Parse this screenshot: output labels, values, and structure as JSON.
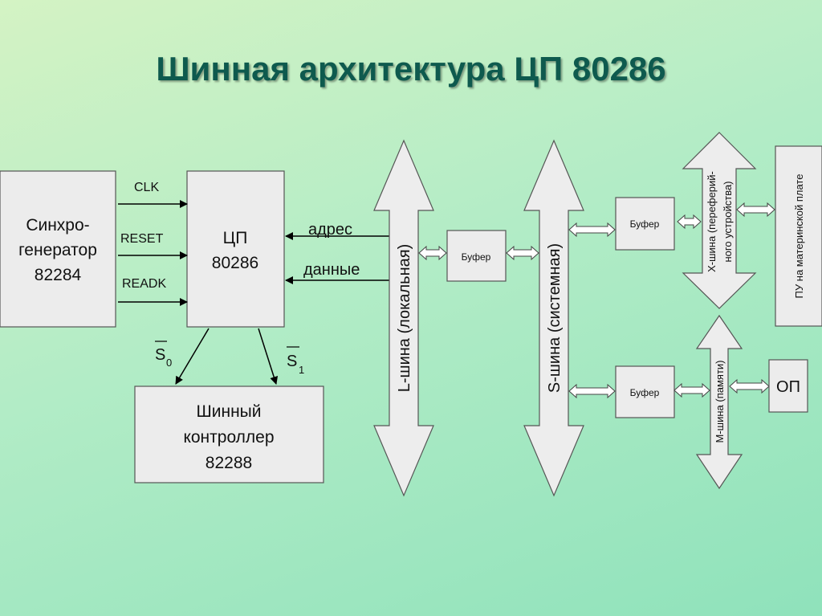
{
  "title": "Шинная архитектура ЦП 80286",
  "generator": {
    "line1": "Синхро-",
    "line2": "генератор",
    "line3": "82284"
  },
  "cpu": {
    "line1": "ЦП",
    "line2": "80286"
  },
  "signals": {
    "clk": "CLK",
    "reset": "RESET",
    "readk": "READK"
  },
  "cpu_outputs": {
    "address": "адрес",
    "data": "данные"
  },
  "status": {
    "s0": "S",
    "s0_sub": "0",
    "s1": "S",
    "s1_sub": "1"
  },
  "bus_controller": {
    "line1": "Шинный",
    "line2": "контроллер",
    "line3": "82288"
  },
  "buses": {
    "l_bus": "L-шина (локальная)",
    "s_bus": "S-шина (системная)",
    "x_bus_line1": "X-шина (переферий-",
    "x_bus_line2": "ного устройства)",
    "m_bus": "M-шина (памяти)"
  },
  "buffers": {
    "b1": "Буфер",
    "b2": "Буфер",
    "b3": "Буфер"
  },
  "devices": {
    "pu": "ПУ на материнской плате",
    "op": "ОП"
  }
}
